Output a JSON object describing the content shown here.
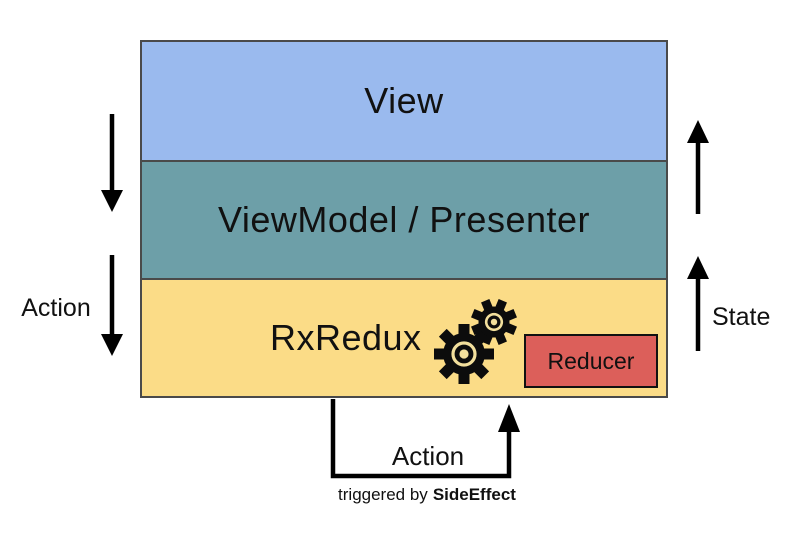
{
  "diagram": {
    "layers": [
      {
        "label": "View",
        "fill": "#9abaee"
      },
      {
        "label": "ViewModel / Presenter",
        "fill": "#6d9fa8"
      },
      {
        "label": "RxRedux",
        "fill": "#fbdc87"
      }
    ],
    "reducer": {
      "label": "Reducer",
      "fill": "#dc5f5a",
      "border": "#111111"
    },
    "left_flow_label": "Action",
    "right_flow_label": "State",
    "bottom_flow": {
      "label": "Action",
      "caption_prefix": "triggered by",
      "caption_bold": "SideEffect"
    },
    "gears_icon": {
      "body_color": "#0c0c0c",
      "accent_color": "#f2df9c"
    },
    "box_border_color": "#4a4a4a",
    "arrow_color": "#000000"
  }
}
